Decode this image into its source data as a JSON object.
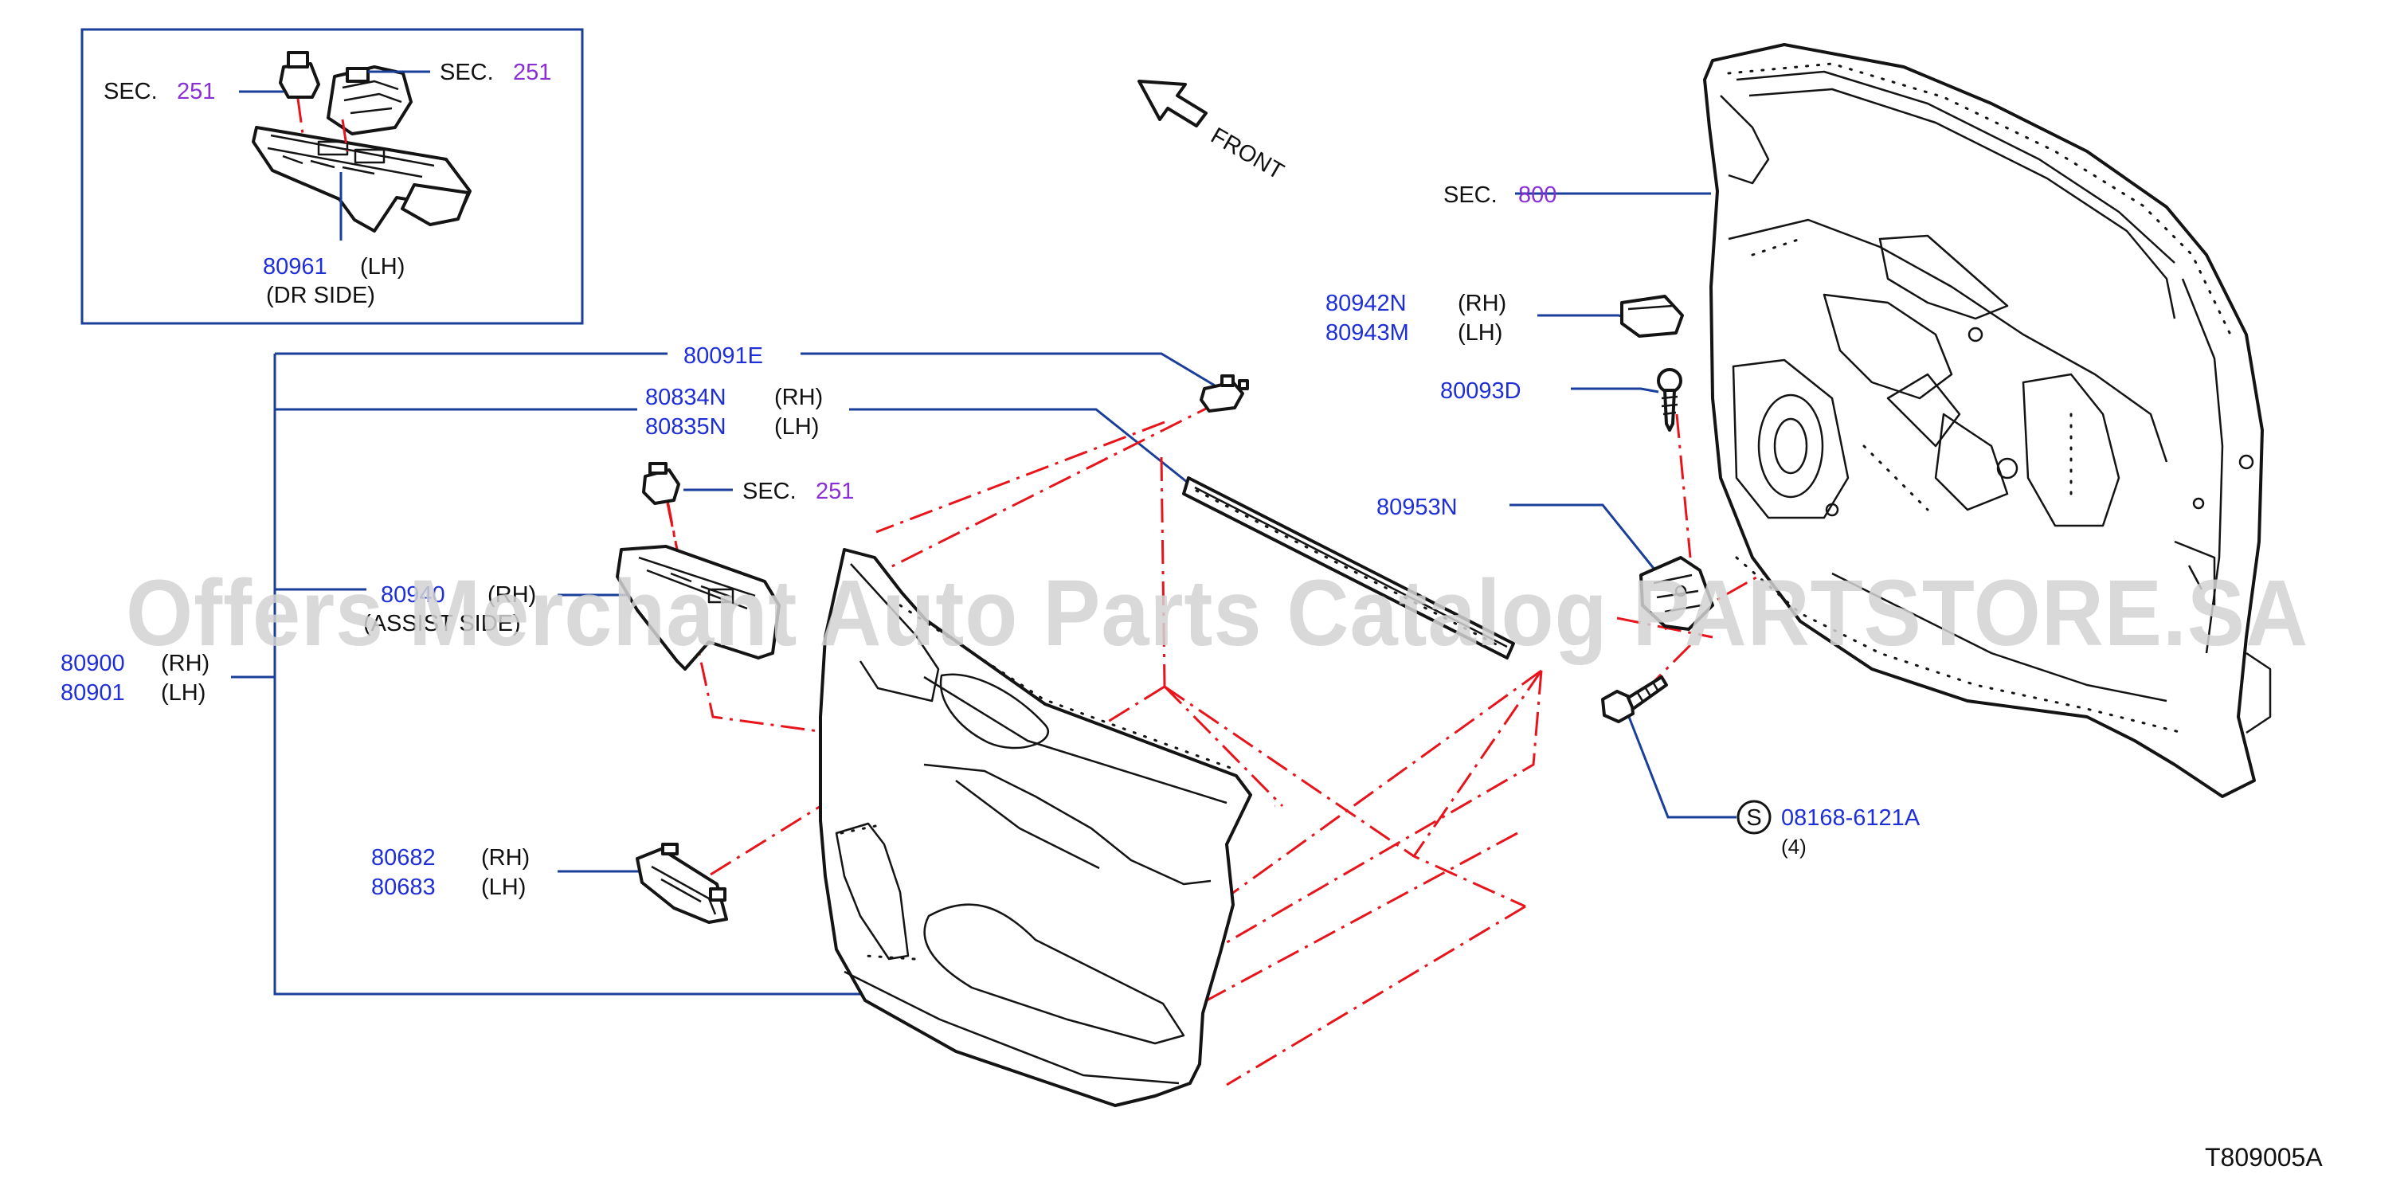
{
  "diagram_code": "T809005A",
  "watermark": "Offers Merchant Auto Parts Catalog PARTSTORE.SA",
  "front": "FRONT",
  "colors": {
    "part_number": "#1f2fd8",
    "section_number": "#8a2fd6",
    "leader": "#1a3f9a",
    "phantom": "#e8141b"
  },
  "inset": {
    "sec_left": {
      "prefix": "SEC.",
      "number": "251"
    },
    "sec_right": {
      "prefix": "SEC.",
      "number": "251"
    },
    "part": {
      "number": "80961",
      "side": "(LH)",
      "note": "(DR   SIDE)"
    }
  },
  "sec_body": {
    "prefix": "SEC.",
    "number": "800"
  },
  "sec_switch": {
    "prefix": "SEC.",
    "number": "251"
  },
  "callouts": {
    "p80091E": "80091E",
    "p80834N": {
      "number": "80834N",
      "side": "(RH)"
    },
    "p80835N": {
      "number": "80835N",
      "side": "(LH)"
    },
    "p80940": {
      "number": "80940",
      "side": "(RH)",
      "note": "(ASSIST SIDE)"
    },
    "p80900": {
      "number": "80900",
      "side": "(RH)"
    },
    "p80901": {
      "number": "80901",
      "side": "(LH)"
    },
    "p80682": {
      "number": "80682",
      "side": "(RH)"
    },
    "p80683": {
      "number": "80683",
      "side": "(LH)"
    },
    "p80942N": {
      "number": "80942N",
      "side": "(RH)"
    },
    "p80943M": {
      "number": "80943M",
      "side": "(LH)"
    },
    "p80093D": "80093D",
    "p80953N": "80953N",
    "screw": {
      "symbol": "S",
      "number": "08168-6121A",
      "qty": "(4)"
    }
  }
}
